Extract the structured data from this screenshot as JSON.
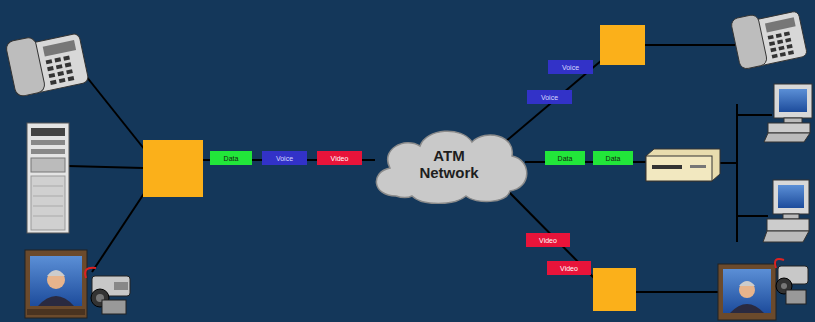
{
  "diagram": {
    "nodes": [
      {
        "text": [
          "Data"
        ]
      },
      {
        "text": [
          "Voice"
        ]
      },
      {
        "text": [
          "Video"
        ]
      },
      {
        "text": [
          "ATM Network"
        ]
      },
      {
        "text": [
          "Voice"
        ]
      },
      {
        "text": [
          "Voice"
        ]
      },
      {
        "text": [
          "Data"
        ]
      },
      {
        "text": [
          "Data"
        ]
      },
      {
        "text": [
          "Video"
        ]
      },
      {
        "text": [
          "Video"
        ]
      }
    ]
  }
}
